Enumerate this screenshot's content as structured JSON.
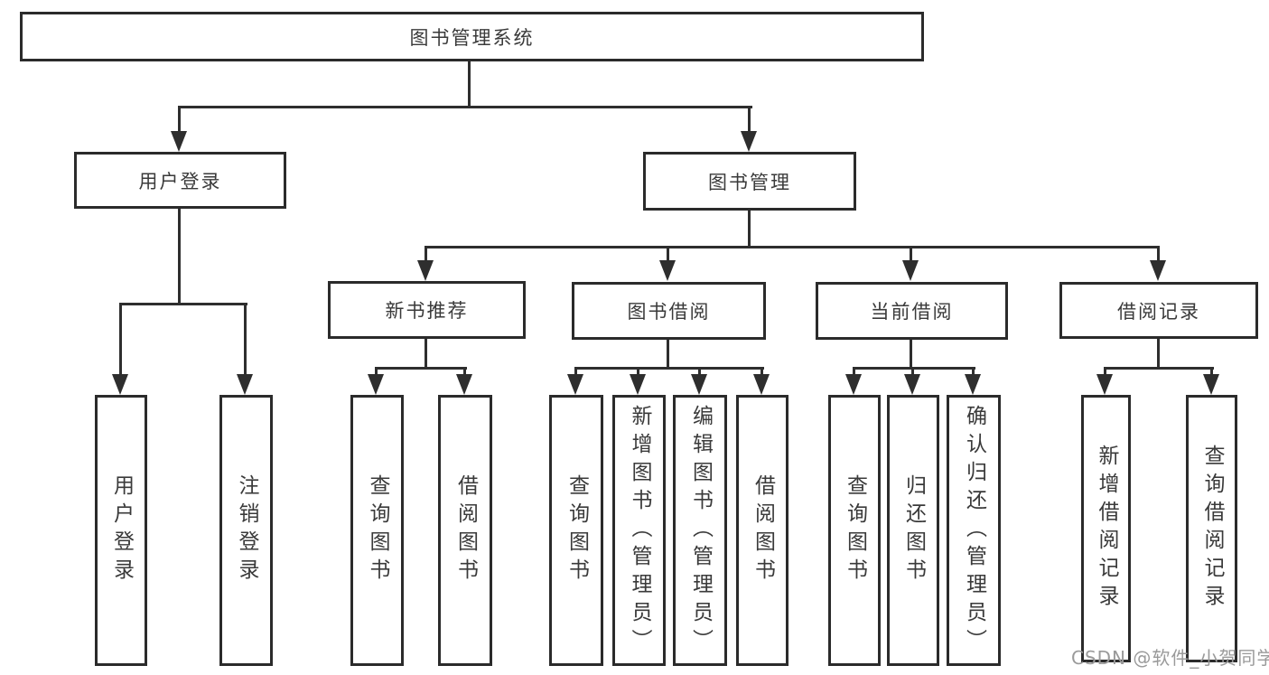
{
  "tree": {
    "root": {
      "label": "图书管理系统"
    },
    "branches": [
      {
        "label": "用户登录",
        "leaves": [
          {
            "label": "用户登录"
          },
          {
            "label": "注销登录"
          }
        ]
      },
      {
        "label": "图书管理",
        "groups": [
          {
            "label": "新书推荐",
            "leaves": [
              {
                "label": "查询图书"
              },
              {
                "label": "借阅图书"
              }
            ]
          },
          {
            "label": "图书借阅",
            "leaves": [
              {
                "label": "查询图书"
              },
              {
                "label": "新增图书（管理员）"
              },
              {
                "label": "编辑图书（管理员）"
              },
              {
                "label": "借阅图书"
              }
            ]
          },
          {
            "label": "当前借阅",
            "leaves": [
              {
                "label": "查询图书"
              },
              {
                "label": "归还图书"
              },
              {
                "label": "确认归还（管理员）"
              }
            ]
          },
          {
            "label": "借阅记录",
            "leaves": [
              {
                "label": "新增借阅记录"
              },
              {
                "label": "查询借阅记录"
              }
            ]
          }
        ]
      }
    ]
  },
  "watermark": {
    "text": "CSDN @软件_小贺同学"
  },
  "colors": {
    "line": "#2e2e2e",
    "border": "#2b2b2b",
    "text": "#3a3a3a",
    "watermark": "#9a9a9a",
    "background": "#ffffff"
  }
}
